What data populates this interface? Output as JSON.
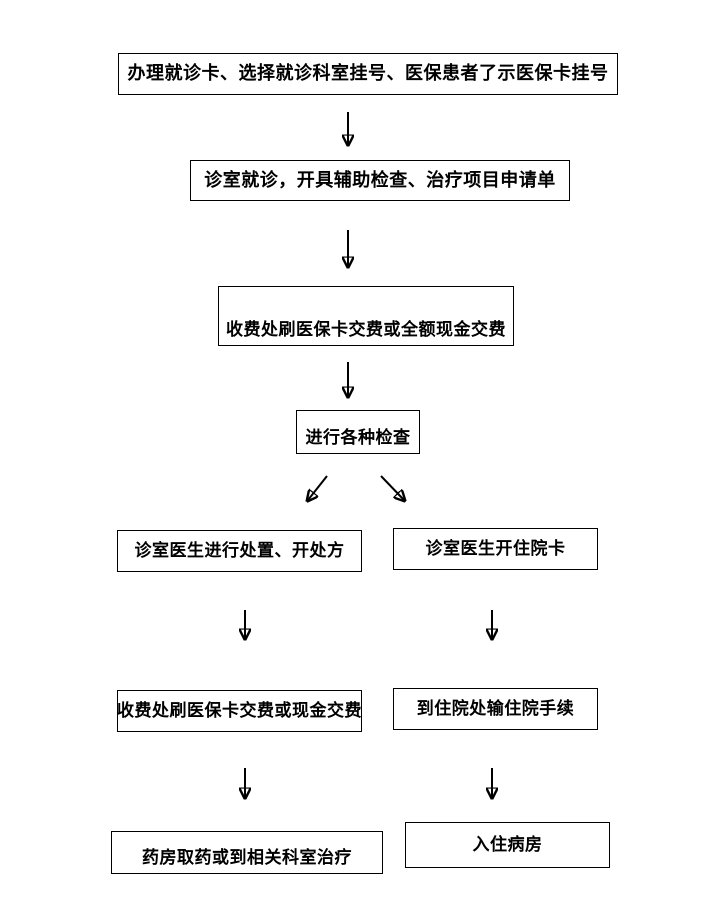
{
  "page": {
    "background_color": "#ffffff",
    "line_color": "#000000",
    "text_color": "#000000"
  },
  "flowchart": {
    "type": "flowchart",
    "nodes": [
      {
        "id": "register",
        "label": "办理就诊卡、选择就诊科室挂号、医保患者了示医保卡挂号"
      },
      {
        "id": "clinic-visit",
        "label": "诊室就诊，开具辅助检查、治疗项目申请单"
      },
      {
        "id": "pay-full",
        "label": "收费处刷医保卡交费或全额现金交费"
      },
      {
        "id": "exams",
        "label": "进行各种检查"
      },
      {
        "id": "treatment-prescribe",
        "label": "诊室医生进行处置、开处方"
      },
      {
        "id": "admission-card",
        "label": "诊室医生开住院卡"
      },
      {
        "id": "pay-again",
        "label": "收费处刷医保卡交费或现金交费"
      },
      {
        "id": "admission-procedure",
        "label": "到住院处输住院手续"
      },
      {
        "id": "pharmacy-or-treat",
        "label": "药房取药或到相关科室治疗"
      },
      {
        "id": "ward",
        "label": "入住病房"
      }
    ],
    "edges": [
      {
        "from": "register",
        "to": "clinic-visit",
        "style": "down-arrow"
      },
      {
        "from": "clinic-visit",
        "to": "pay-full",
        "style": "down-arrow"
      },
      {
        "from": "pay-full",
        "to": "exams",
        "style": "down-arrow"
      },
      {
        "from": "exams",
        "to": "treatment-prescribe",
        "style": "diagonal-left-arrow"
      },
      {
        "from": "exams",
        "to": "admission-card",
        "style": "diagonal-right-arrow"
      },
      {
        "from": "treatment-prescribe",
        "to": "pay-again",
        "style": "down-arrow"
      },
      {
        "from": "admission-card",
        "to": "admission-procedure",
        "style": "down-arrow"
      },
      {
        "from": "pay-again",
        "to": "pharmacy-or-treat",
        "style": "down-arrow"
      },
      {
        "from": "admission-procedure",
        "to": "ward",
        "style": "down-arrow"
      }
    ]
  }
}
